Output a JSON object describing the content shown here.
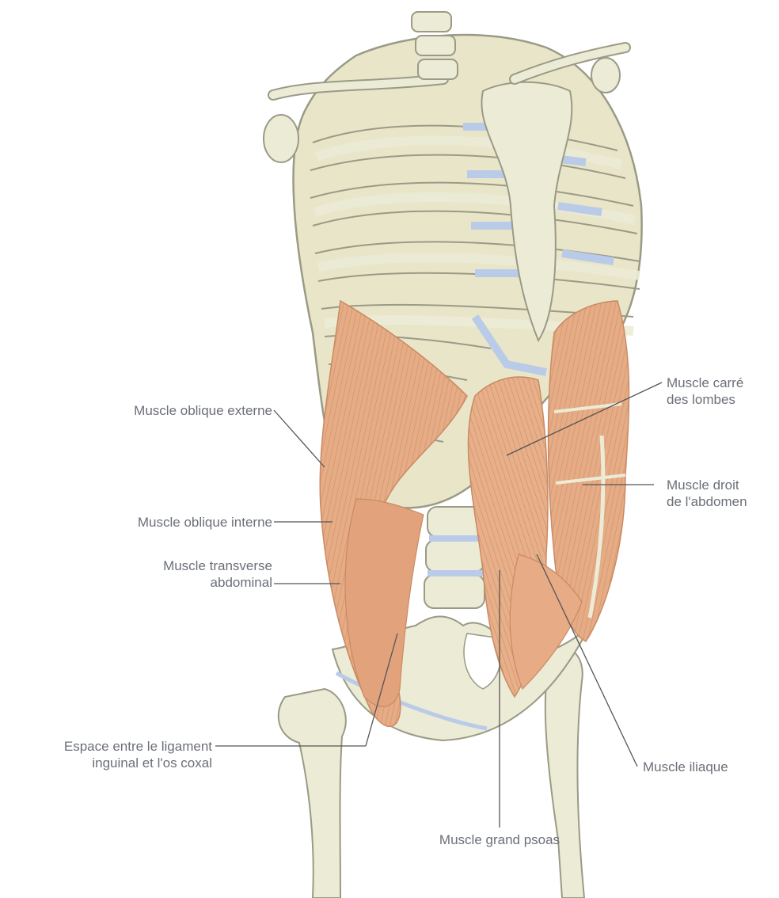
{
  "colors": {
    "bone": "#ecebd6",
    "bone_outline": "#9a9a86",
    "cartilage": "#b9cbe8",
    "muscle": "#e6ac86",
    "muscle_dark": "#c98a64",
    "leader_line": "#555555",
    "label_text": "#6b6f78"
  },
  "labels": {
    "oblique_externe": "Muscle oblique externe",
    "oblique_interne": "Muscle oblique interne",
    "transverse_line1": "Muscle transverse",
    "transverse_line2": "abdominal",
    "espace_line1": "Espace entre le ligament",
    "espace_line2": "inguinal et l'os coxal",
    "carre_line1": "Muscle carré",
    "carre_line2": "des lombes",
    "droit_line1": "Muscle droit",
    "droit_line2": "de l'abdomen",
    "iliaque": "Muscle iliaque",
    "grand_psoas": "Muscle grand psoas"
  },
  "illustration_icons": {
    "ribcage": "ribcage-illustration",
    "spine": "lumbar-spine-illustration",
    "pelvis": "pelvis-illustration"
  }
}
